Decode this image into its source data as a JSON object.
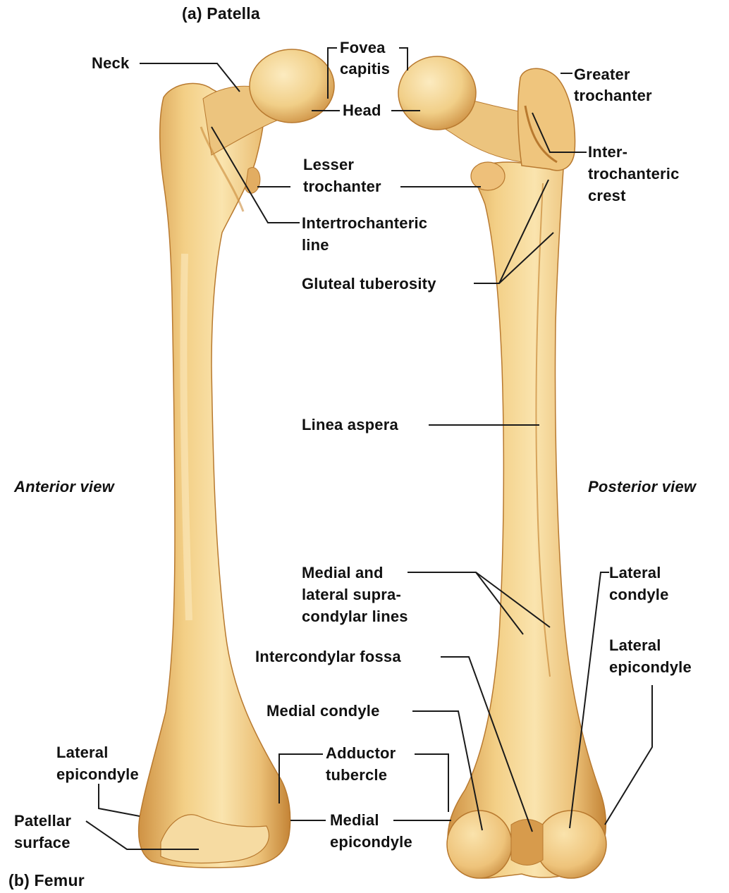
{
  "titles": {
    "top": "(a) Patella",
    "bottom": "(b) Femur"
  },
  "views": {
    "anterior": "Anterior view",
    "posterior": "Posterior view"
  },
  "labels": {
    "neck": "Neck",
    "fovea_l1": "Fovea",
    "fovea_l2": "capitis",
    "head": "Head",
    "greater_l1": "Greater",
    "greater_l2": "trochanter",
    "lesser_l1": "Lesser",
    "lesser_l2": "trochanter",
    "intercrest_l1": "Inter-",
    "intercrest_l2": "trochanteric",
    "intercrest_l3": "crest",
    "interline_l1": "Intertrochanteric",
    "interline_l2": "line",
    "gluteal": "Gluteal tuberosity",
    "linea": "Linea aspera",
    "supra_l1": "Medial and",
    "supra_l2": "lateral supra-",
    "supra_l3": "condylar lines",
    "latcondyle_l1": "Lateral",
    "latcondyle_l2": "condyle",
    "fossa": "Intercondylar fossa",
    "latepi_r_l1": "Lateral",
    "latepi_r_l2": "epicondyle",
    "medcondyle": "Medial condyle",
    "adductor_l1": "Adductor",
    "adductor_l2": "tubercle",
    "latepi_l_l1": "Lateral",
    "latepi_l_l2": "epicondyle",
    "patellar_l1": "Patellar",
    "patellar_l2": "surface",
    "medepi_l1": "Medial",
    "medepi_l2": "epicondyle"
  },
  "colors": {
    "bone_light": "#f7dc9e",
    "bone_mid": "#e9b96a",
    "bone_dark": "#c98a3a",
    "leader_line": "#1a1a1a"
  }
}
